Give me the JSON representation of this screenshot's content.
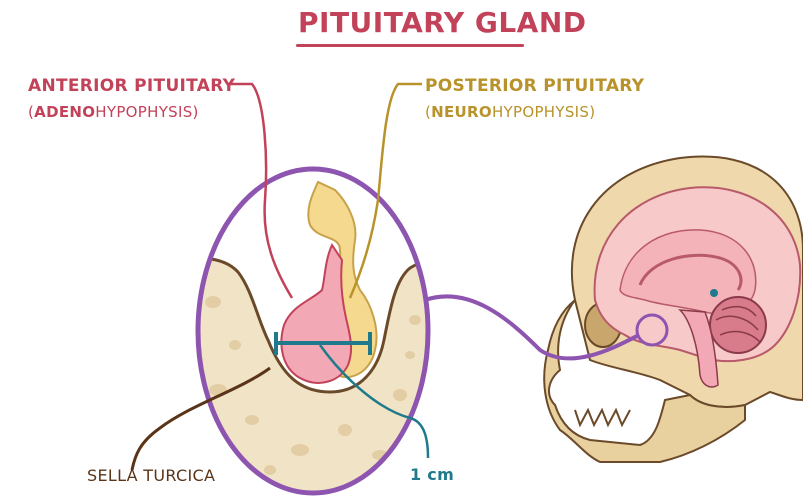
{
  "title": "PITUITARY GLAND",
  "labels": {
    "anterior": {
      "title": "ANTERIOR PITUITARY",
      "sub_open": "(",
      "sub_bold": "ADENO",
      "sub_rest": "HYPOPHYSIS)"
    },
    "posterior": {
      "title": "POSTERIOR PITUITARY",
      "sub_open": "(",
      "sub_bold": "NEURO",
      "sub_rest": "HYPOPHYSIS)"
    },
    "sella": "SELLA TURCICA",
    "scale": "1 cm"
  },
  "colors": {
    "title": "#c2425a",
    "anterior": "#c2425a",
    "posterior": "#b8922a",
    "sella": "#5a3418",
    "scale": "#1f7a8c",
    "magnifier": "#8e55b0",
    "bone": "#f1e3c6",
    "anterior_fill": "#f2a8b5",
    "posterior_fill": "#f5d98e"
  }
}
